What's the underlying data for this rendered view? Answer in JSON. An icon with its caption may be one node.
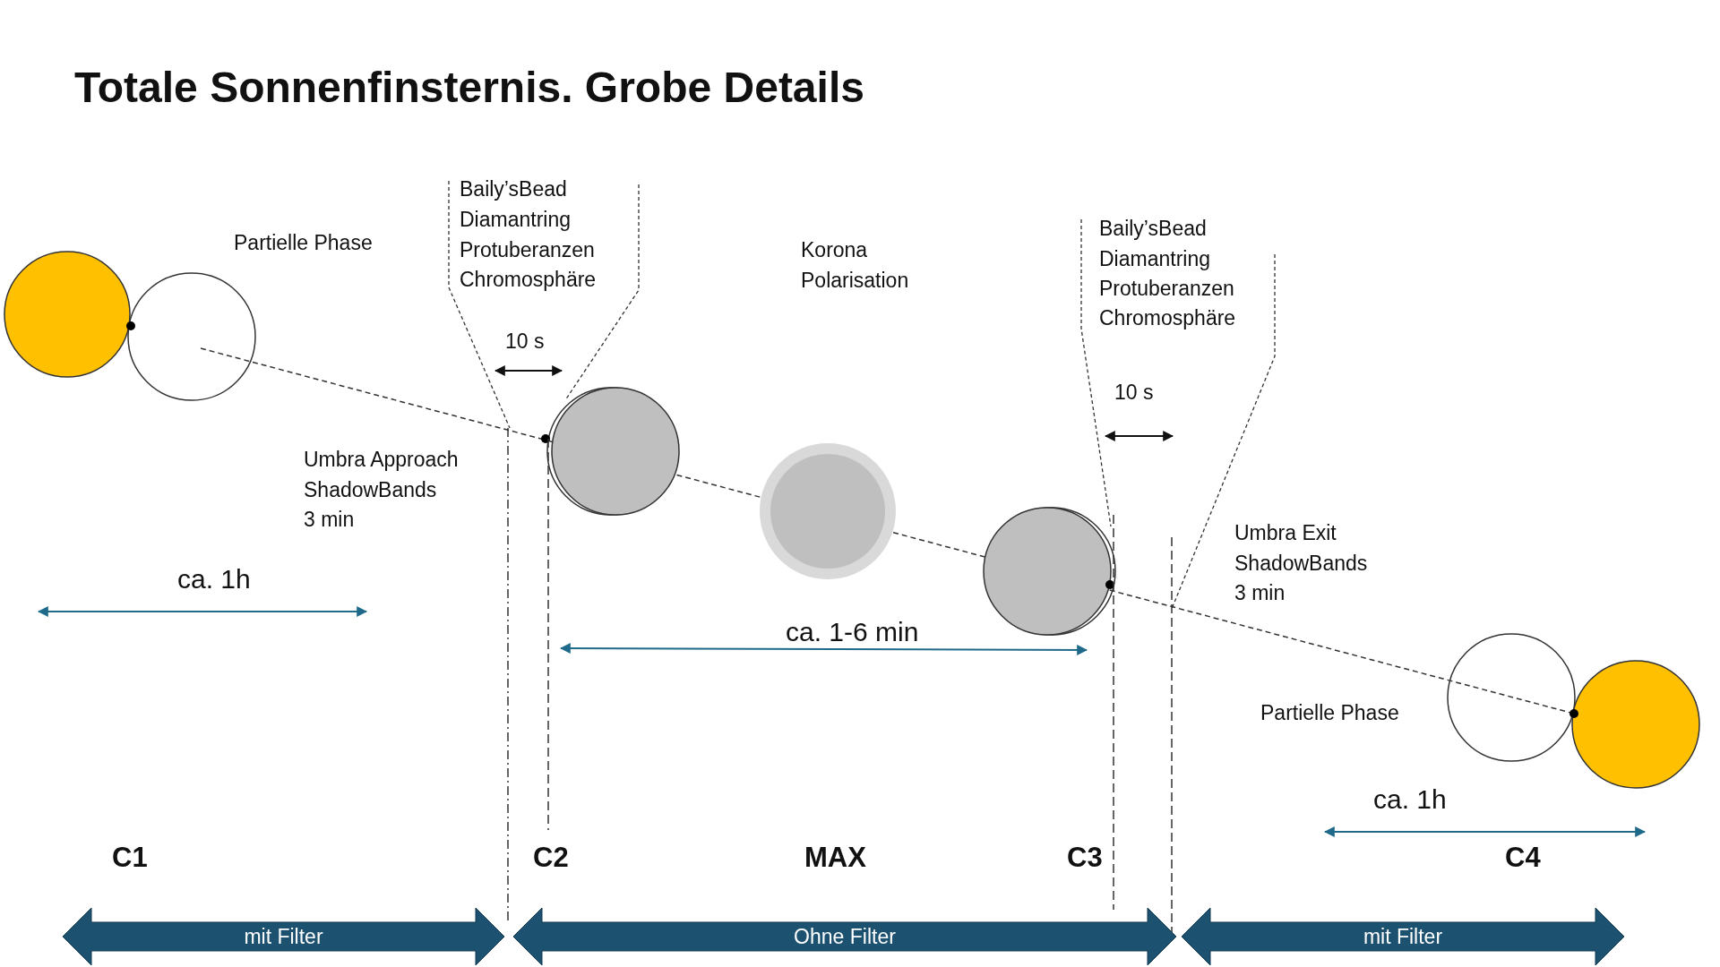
{
  "diagram": {
    "title": "Totale Sonnenfinsternis. Grobe Details",
    "nodes": [
      {
        "text": [
          "mit Filter"
        ]
      },
      {
        "text": [
          "Ohne Filter"
        ]
      },
      {
        "text": [
          "mit Filter"
        ]
      }
    ],
    "labels": [
      "Baily’sBead",
      "Diamantring",
      "Protuberanzen",
      "Chromosphäre",
      "Partielle Phase",
      "Korona",
      "Polarisation",
      "Baily’sBead",
      "Diamantring",
      "Protuberanzen",
      "Chromosphäre",
      "10 s",
      "10 s",
      "Umbra Approach",
      "ShadowBands",
      "3 min",
      "Umbra Exit",
      "ShadowBands",
      "3 min",
      "ca. 1h",
      "ca. 1-6 min",
      "Partielle Phase",
      "ca. 1h",
      "C1",
      "C2",
      "MAX",
      "C3",
      "C4"
    ]
  }
}
